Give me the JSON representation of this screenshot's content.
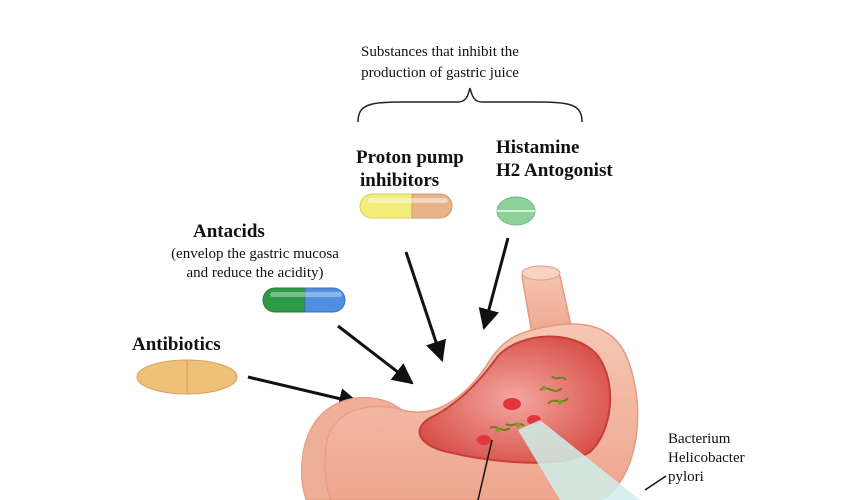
{
  "group_caption": {
    "line1": "Substances that inhibit the",
    "line2": "production of gastric juice"
  },
  "labels": {
    "proton_pump": [
      "Proton pump",
      "inhibitors"
    ],
    "histamine": [
      "Histamine",
      "H2 Antogonist"
    ],
    "antacids": "Antacids",
    "antacids_note": [
      "(envelop the gastric mucosa",
      "and reduce the acidity)"
    ],
    "antibiotics": "Antibiotics",
    "bacterium": [
      "Bacterium",
      "Helicobacter",
      "pylori"
    ]
  },
  "pill_colors": {
    "proton_pump": [
      "#f3ee7a",
      "#e7b48a"
    ],
    "histamine": "#8fd19a",
    "antacids": [
      "#2f9a45",
      "#4f8fe0"
    ],
    "antibiotics": "#efc07a"
  },
  "stomach_colors": {
    "outer": "#f2b9a2",
    "outer_edge": "#e59a82",
    "inner": "#d9453f",
    "bacteria": "#8a9a2a",
    "zoom_beam": "#cfeeea"
  }
}
